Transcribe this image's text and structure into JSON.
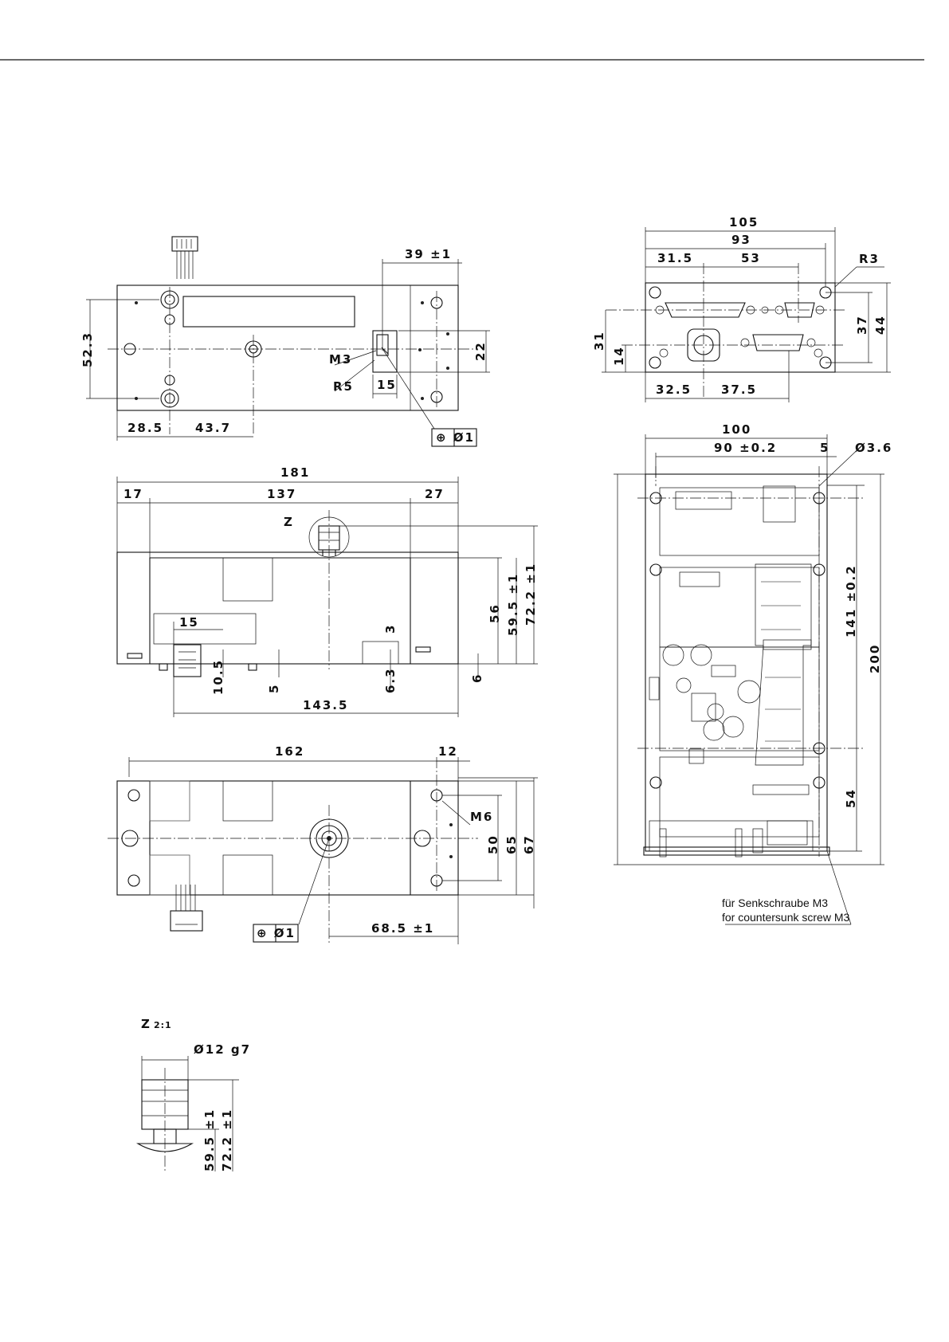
{
  "view_top": {
    "dim_39": "39 ±1",
    "dim_52_3": "52.3",
    "dim_22": "22",
    "dim_15": "15",
    "dim_28_5": "28.5",
    "dim_43_7": "43.7",
    "label_m3": "M3",
    "label_r5": "R5",
    "tol_frame": "⊕ Ø1"
  },
  "view_front": {
    "dim_181": "181",
    "dim_17": "17",
    "dim_137": "137",
    "dim_27": "27",
    "label_z": "Z",
    "dim_15": "15",
    "dim_56": "56",
    "dim_59_5": "59.5 ±1",
    "dim_72_2": "72.2 ±1",
    "dim_10_5": "10.5",
    "dim_5": "5",
    "dim_6_3": "6.3",
    "dim_3": "3",
    "dim_6": "6",
    "dim_143_5": "143.5"
  },
  "view_bottom": {
    "dim_162": "162",
    "dim_12": "12",
    "label_m6": "M6",
    "dim_50": "50",
    "dim_65": "65",
    "dim_67": "67",
    "dim_68_5": "68.5 ±1",
    "tol_frame": "⊕ Ø1"
  },
  "detail_z": {
    "title": "Z",
    "scale": "2:1",
    "dim_dia": "Ø12 g7",
    "dim_59_5": "59.5 ±1",
    "dim_72_2": "72.2 ±1"
  },
  "view_rear": {
    "dim_105": "105",
    "dim_93": "93",
    "dim_31_5": "31.5",
    "dim_53": "53",
    "label_r3": "R3",
    "dim_31": "31",
    "dim_14": "14",
    "dim_37": "37",
    "dim_44": "44",
    "dim_32_5": "32.5",
    "dim_37_5": "37.5"
  },
  "view_side": {
    "dim_100": "100",
    "dim_90": "90 ±0.2",
    "dim_5": "5",
    "dim_dia": "Ø3.6",
    "dim_141": "141 ±0.2",
    "dim_200": "200",
    "dim_54": "54",
    "note_de": "für Senkschraube M3",
    "note_en": "for countersunk screw M3"
  }
}
